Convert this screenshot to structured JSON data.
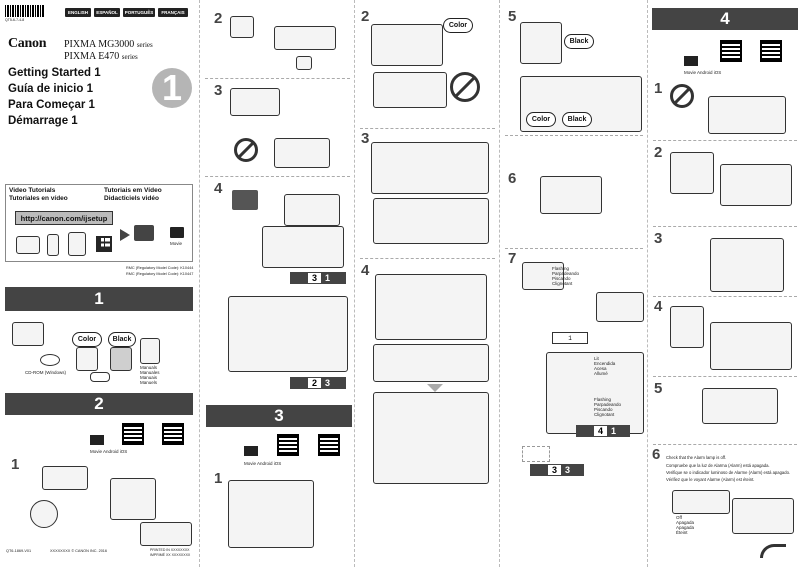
{
  "barcode_text": "QT5-6-7-4-8",
  "languages": [
    "ENGLISH",
    "ESPAÑOL",
    "PORTUGUÊS",
    "FRANÇAIS"
  ],
  "brand": "Canon",
  "models": {
    "m1_name": "PIXMA",
    "m1": "MG3000",
    "m1_suffix": "series",
    "m2_name": "PIXMA",
    "m2": "E470",
    "m2_suffix": "series"
  },
  "titles": [
    "Getting Started 1",
    "Guía de inicio 1",
    "Para Começar 1",
    "Démarrage 1"
  ],
  "big_number": "1",
  "video": {
    "labels": [
      "Video Tutorials",
      "Tutoriales en vídeo",
      "Tutoriais em Vídeo",
      "Didacticiels vidéo"
    ],
    "url": "http://canon.com/ijsetup",
    "movie": "Movie"
  },
  "rmc": [
    "RMC (Regulatory Model Code): K10444",
    "RMC (Regulatory Model Code): K10447"
  ],
  "sections": {
    "s1": "1",
    "s2": "2",
    "s3": "3",
    "s4": "4"
  },
  "section1": {
    "color": "Color",
    "black": "Black",
    "cdrom": "CD-ROM (Windows)",
    "manuals": [
      "Manuals",
      "Manuales",
      "Manuais",
      "Manuels"
    ]
  },
  "movie_os": "Movie Android iOS",
  "footer": {
    "code": "QT6-1869-V01",
    "copyright": "XXXXXXXX © CANON INC. 2016",
    "printed": "PRINTED IN XXXXXXXX",
    "imprime": "IMPRIMÉ XX XXXXXXXX"
  },
  "steps": {
    "s2": "2",
    "s3": "3",
    "s4": "4",
    "s5": "5",
    "s6": "6",
    "s7": "7",
    "s1": "1"
  },
  "goto": {
    "a": "3",
    "a2": "1",
    "b": "2",
    "b2": "3",
    "c": "4",
    "c2": "1",
    "d": "3",
    "d2": "3"
  },
  "flash_labels": [
    "Flashing",
    "Parpadeando",
    "Piscando",
    "Clignotant"
  ],
  "lit_labels": [
    "Lit",
    "Encendida",
    "Acesa",
    "Allumé"
  ],
  "off_labels": [
    "Off",
    "Apagada",
    "Apagada",
    "Éteint"
  ],
  "alarm": {
    "en": "Check that the Alarm lamp is off.",
    "es": "Compruebe que la luz de Alarma (Alarm) está apagada.",
    "pt": "Verifique se o indicador luminoso de Alarme (Alarm) está apagado.",
    "fr": "Vérifiez que le voyant Alarme (Alarm) est éteint."
  },
  "display": "1"
}
